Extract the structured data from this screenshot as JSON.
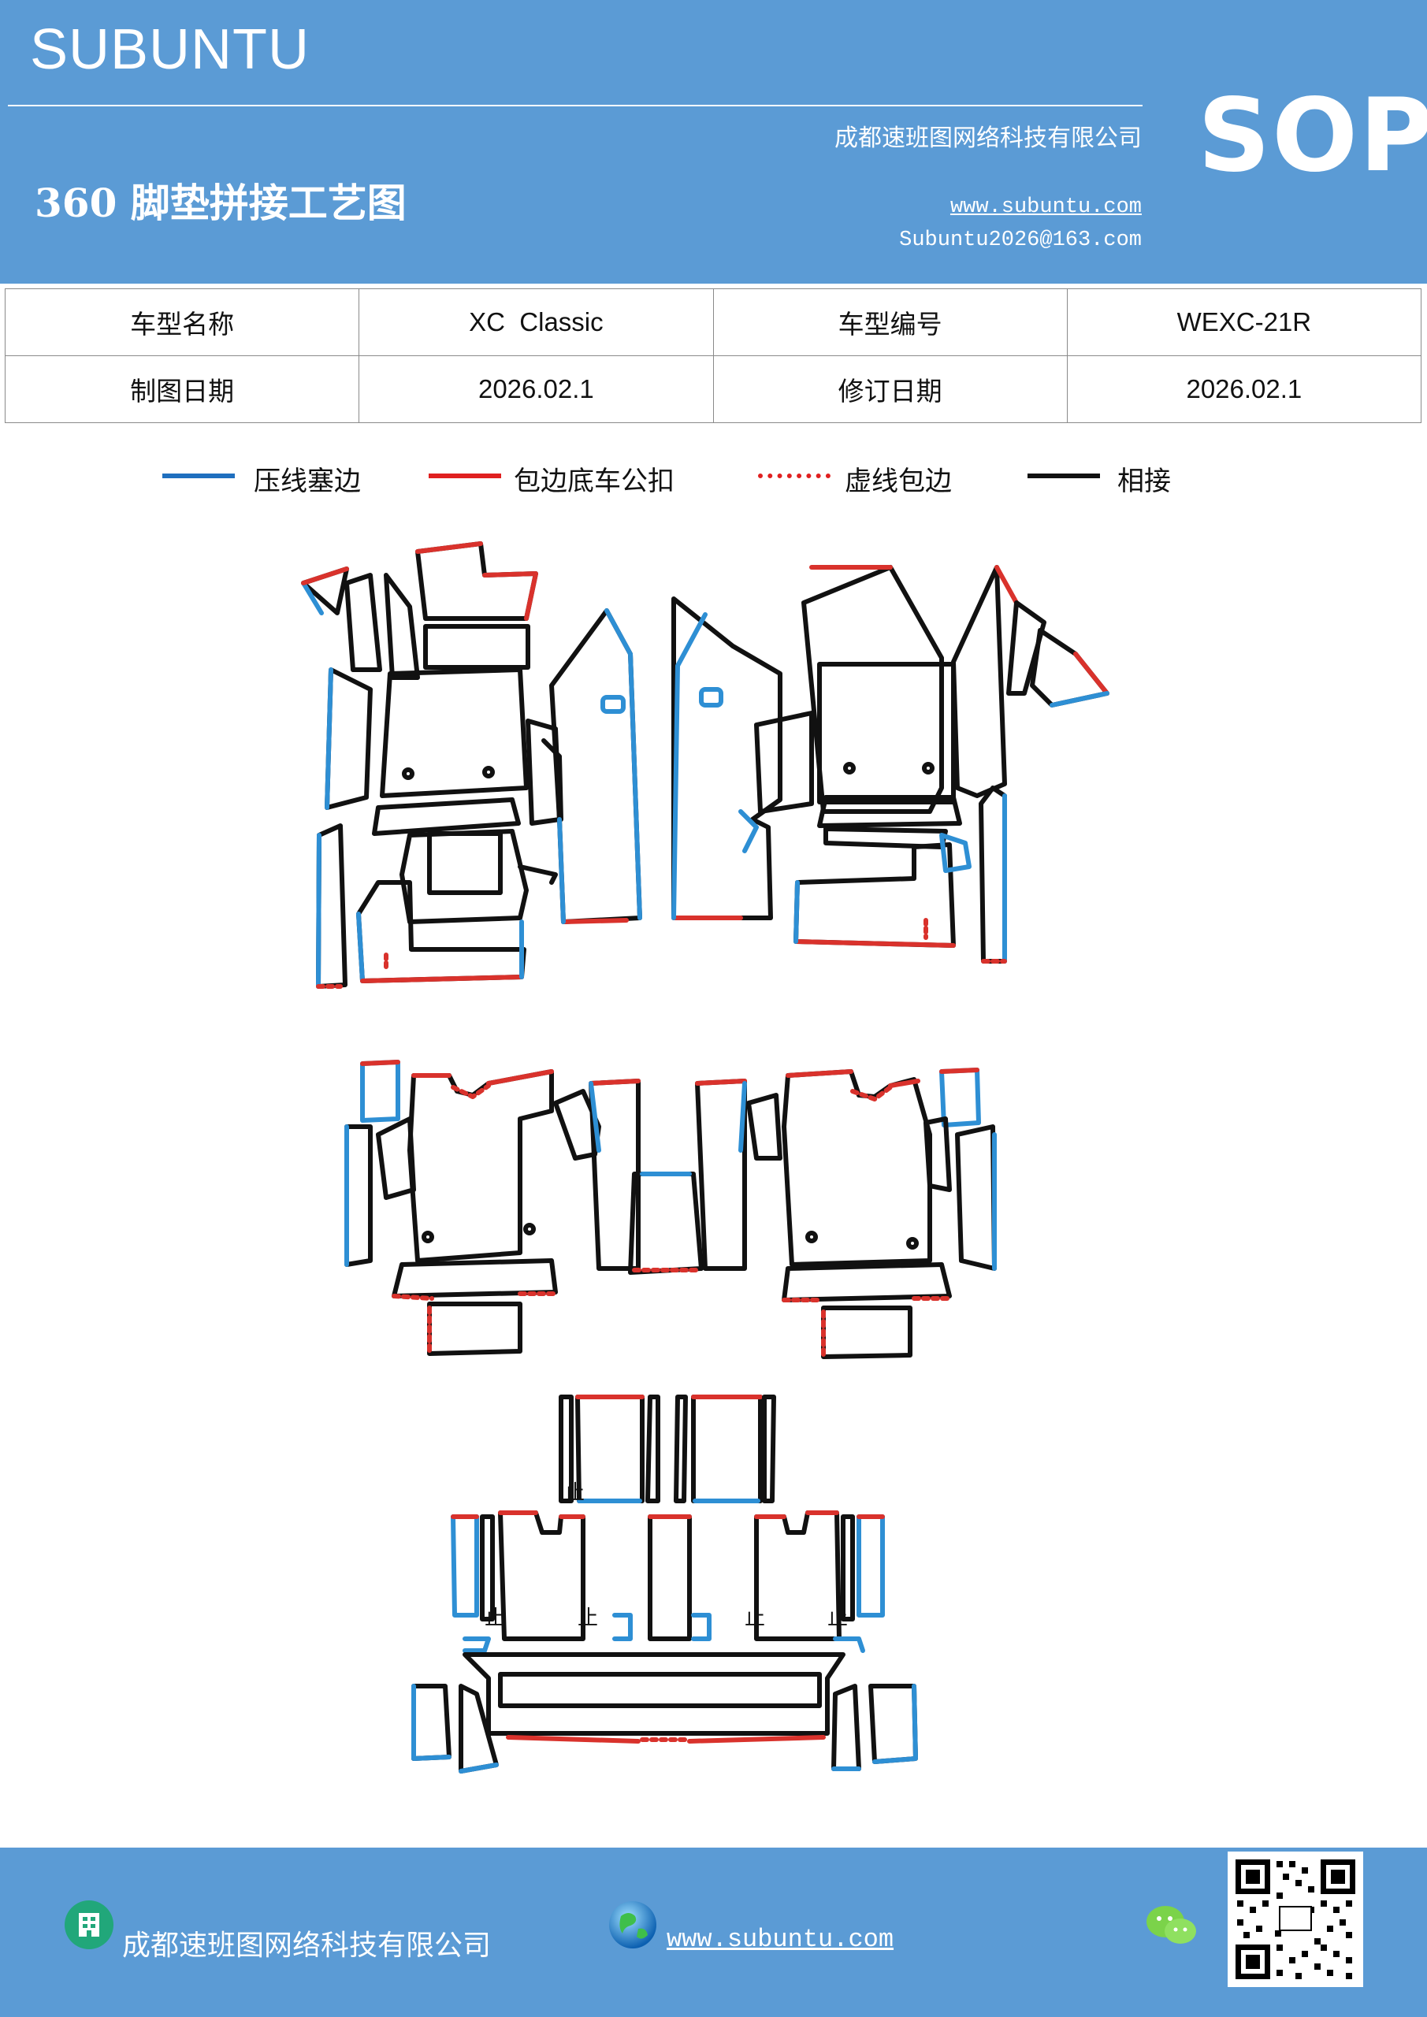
{
  "header": {
    "brand": "SUBUNTU",
    "company": "成都速班图网络科技有限公司",
    "title": "360 脚垫拼接工艺图",
    "website": "www.subuntu.com",
    "email": "Subuntu2026@163.com",
    "badge": "SOP"
  },
  "info_table": {
    "rows": [
      {
        "label1": "车型名称",
        "value1": "XC  Classic",
        "label2": "车型编号",
        "value2": "WEXC-21R"
      },
      {
        "label1": "制图日期",
        "value1": "2026.02.1",
        "label2": "修订日期",
        "value2": "2026.02.1"
      }
    ]
  },
  "legend": [
    {
      "label": "压线塞边",
      "color": "#1f6fbf",
      "style": "solid"
    },
    {
      "label": "包边底车公扣",
      "color": "#e02020",
      "style": "solid"
    },
    {
      "label": "虚线包边",
      "color": "#e02020",
      "style": "dotted"
    },
    {
      "label": "相接",
      "color": "#111111",
      "style": "solid"
    }
  ],
  "colors": {
    "header_bg": "#5b9bd5",
    "blue": "#2e8fd4",
    "red": "#d9322c",
    "black": "#111111"
  },
  "footer": {
    "company": "成都速班图网络科技有限公司",
    "website": "www.subuntu.com",
    "icons": [
      "building-icon",
      "globe-icon",
      "wechat-icon",
      "qr-code"
    ]
  }
}
